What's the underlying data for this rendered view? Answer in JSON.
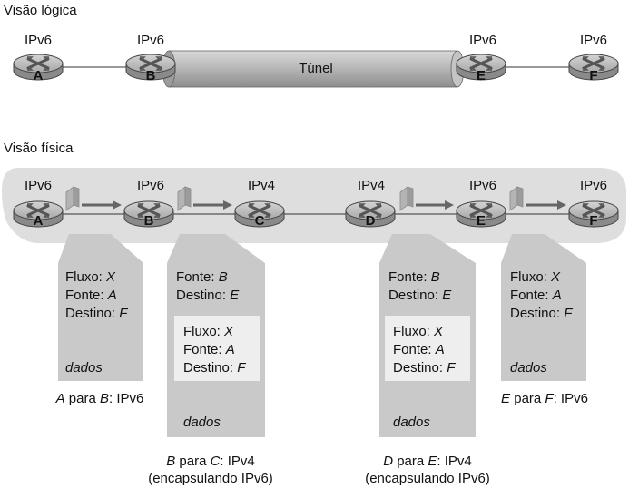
{
  "logical_view": {
    "title": "Visão lógica",
    "routers": [
      {
        "letter": "A",
        "label": "IPv6"
      },
      {
        "letter": "B",
        "label": "IPv6"
      },
      {
        "letter": "E",
        "label": "IPv6"
      },
      {
        "letter": "F",
        "label": "IPv6"
      }
    ],
    "tunnel_label": "Túnel"
  },
  "physical_view": {
    "title": "Visão física",
    "routers": [
      {
        "letter": "A",
        "label": "IPv6"
      },
      {
        "letter": "B",
        "label": "IPv6"
      },
      {
        "letter": "C",
        "label": "IPv4"
      },
      {
        "letter": "D",
        "label": "IPv4"
      },
      {
        "letter": "E",
        "label": "IPv6"
      },
      {
        "letter": "F",
        "label": "IPv6"
      }
    ]
  },
  "packets": {
    "ab": {
      "lines": [
        {
          "key": "Fluxo: ",
          "val": "X"
        },
        {
          "key": "Fonte: ",
          "val": "A"
        },
        {
          "key": "Destino: ",
          "val": "F"
        }
      ],
      "data": "dados",
      "caption": {
        "from": "A",
        "mid": " para ",
        "to": "B",
        "rest": ": IPv6"
      }
    },
    "bc": {
      "outer": [
        {
          "key": "Fonte: ",
          "val": "B"
        },
        {
          "key": "Destino: ",
          "val": "E"
        }
      ],
      "inner": [
        {
          "key": "Fluxo: ",
          "val": "X"
        },
        {
          "key": "Fonte: ",
          "val": "A"
        },
        {
          "key": "Destino: ",
          "val": "F"
        }
      ],
      "data": "dados",
      "caption": {
        "from": "B",
        "mid": " para ",
        "to": "C",
        "rest": ": IPv4",
        "line2": "(encapsulando IPv6)"
      }
    },
    "de": {
      "outer": [
        {
          "key": "Fonte: ",
          "val": "B"
        },
        {
          "key": "Destino: ",
          "val": "E"
        }
      ],
      "inner": [
        {
          "key": "Fluxo: ",
          "val": "X"
        },
        {
          "key": "Fonte: ",
          "val": "A"
        },
        {
          "key": "Destino: ",
          "val": "F"
        }
      ],
      "data": "dados",
      "caption": {
        "from": "D",
        "mid": " para ",
        "to": "E",
        "rest": ": IPv4",
        "line2": "(encapsulando IPv6)"
      }
    },
    "ef": {
      "lines": [
        {
          "key": "Fluxo: ",
          "val": "X"
        },
        {
          "key": "Fonte: ",
          "val": "A"
        },
        {
          "key": "Destino: ",
          "val": "F"
        }
      ],
      "data": "dados",
      "caption": {
        "from": "E",
        "mid": " para ",
        "to": "F",
        "rest": ": IPv6"
      }
    }
  },
  "colors": {
    "router_body": "#9a9a9a",
    "physical_band": "#dcdcdc",
    "packet_box": "#c8c8c8",
    "inner_box": "#eeeeee",
    "tunnel": "#b8b8b8"
  }
}
